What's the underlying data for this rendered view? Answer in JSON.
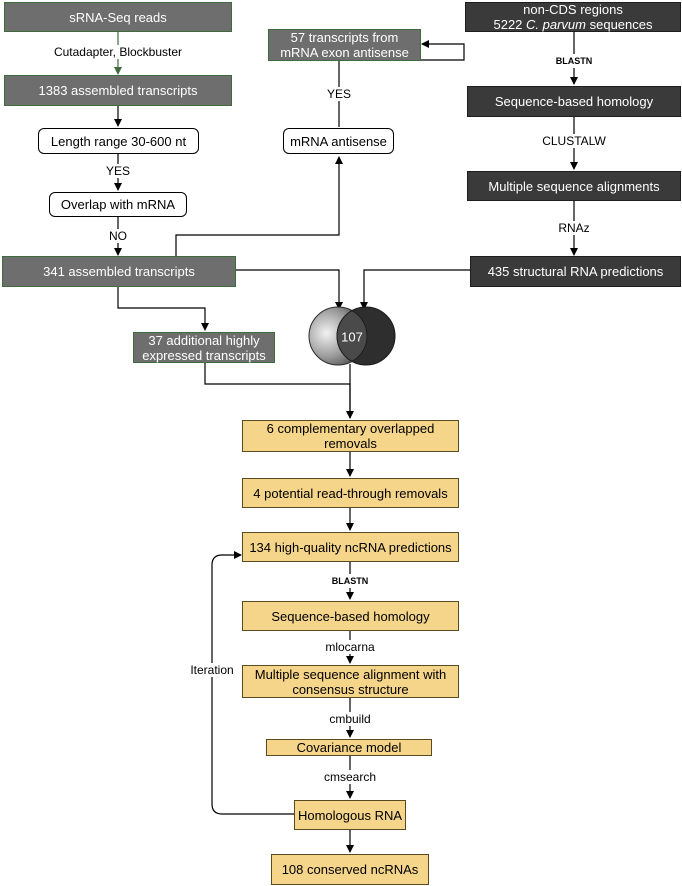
{
  "boxes": {
    "srna_reads": "sRNA-Seq reads",
    "assembled_1383": "1383 assembled transcripts",
    "length_range": "Length range 30-600 nt",
    "overlap_mrna": "Overlap with mRNA",
    "assembled_341": "341 assembled transcripts",
    "additional_37_line1": "37 additional highly",
    "additional_37_line2": "expressed transcripts",
    "antisense_57_line1": "57 transcripts from",
    "antisense_57_line2": "mRNA exon antisense",
    "mrna_antisense": "mRNA antisense",
    "noncds_line1": "non-CDS regions",
    "noncds_line2_num": "5222 ",
    "noncds_line2_species": "C. parvum",
    "noncds_line2_tail": " sequences",
    "seq_homology_top": "Sequence-based homology",
    "msa_top": "Multiple sequence alignments",
    "structural_435": "435 structural RNA predictions",
    "complementary_6_line1": "6 complementary overlapped",
    "complementary_6_line2": "removals",
    "readthrough_4": "4 potential read-through removals",
    "hq_134": "134 high-quality ncRNA predictions",
    "seq_homology_bottom": "Sequence-based homology",
    "msa_consensus_line1": "Multiple sequence alignment with",
    "msa_consensus_line2": "consensus structure",
    "covariance_model": "Covariance model",
    "homologous_rna": "Homologous RNA",
    "conserved_108": "108 conserved ncRNAs"
  },
  "labels": {
    "cutadapter": "Cutadapter, Blockbuster",
    "yes_length": "YES",
    "no_overlap": "NO",
    "yes_antisense": "YES",
    "blastn_top": "BLASTN",
    "clustalw": "CLUSTALW",
    "rnaz": "RNAz",
    "blastn_bottom": "BLASTN",
    "mlocarna": "mlocarna",
    "cmbuild": "cmbuild",
    "cmsearch": "cmsearch",
    "iteration": "Iteration"
  },
  "venn": {
    "overlap_count": "107"
  },
  "colors": {
    "grey_box": "#6e6e6e",
    "dark_box": "#3a3a3a",
    "yellow_box": "#f5d58a",
    "green_arrow": "#3f6b3f"
  }
}
